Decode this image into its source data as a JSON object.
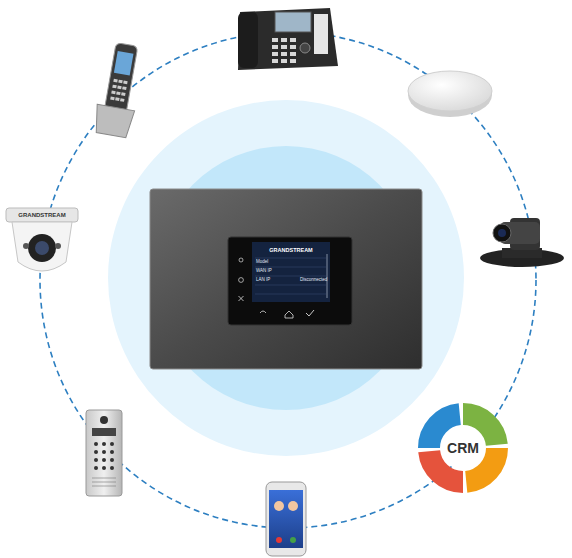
{
  "diagram": {
    "nodes": [
      {
        "text": [
          "CRM"
        ]
      }
    ],
    "labels": [
      "GRANDSTREAM",
      "Model",
      "WAN IP",
      "LAN IP",
      "Disconnected",
      "GRANDSTREAM"
    ]
  }
}
